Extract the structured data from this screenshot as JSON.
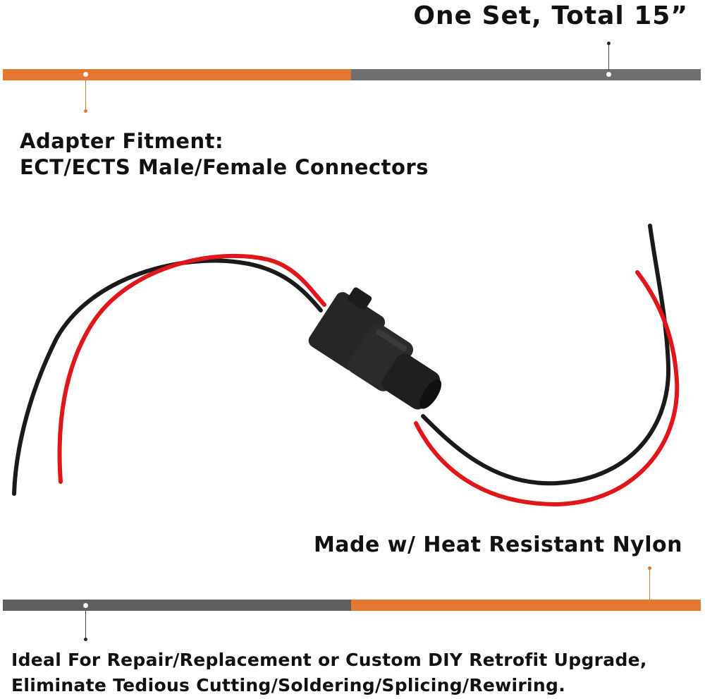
{
  "title": "One Set, Total 15”",
  "fitment": {
    "line1": "Adapter Fitment:",
    "line2": "ECT/ECTS Male/Female Connectors"
  },
  "material": "Made w/ Heat Resistant Nylon",
  "usage": {
    "line1": "Ideal For Repair/Replacement or Custom DIY Retrofit Upgrade,",
    "line2": "Eliminate Tedious Cutting/Soldering/Splicing/Rewiring."
  },
  "colors": {
    "orange": "#e5782e",
    "gray": "#6f6f6f",
    "wire_red": "#e0161b",
    "wire_black": "#1a1a1a",
    "connector": "#222222"
  },
  "icons": [
    "wire-harness-photo"
  ]
}
